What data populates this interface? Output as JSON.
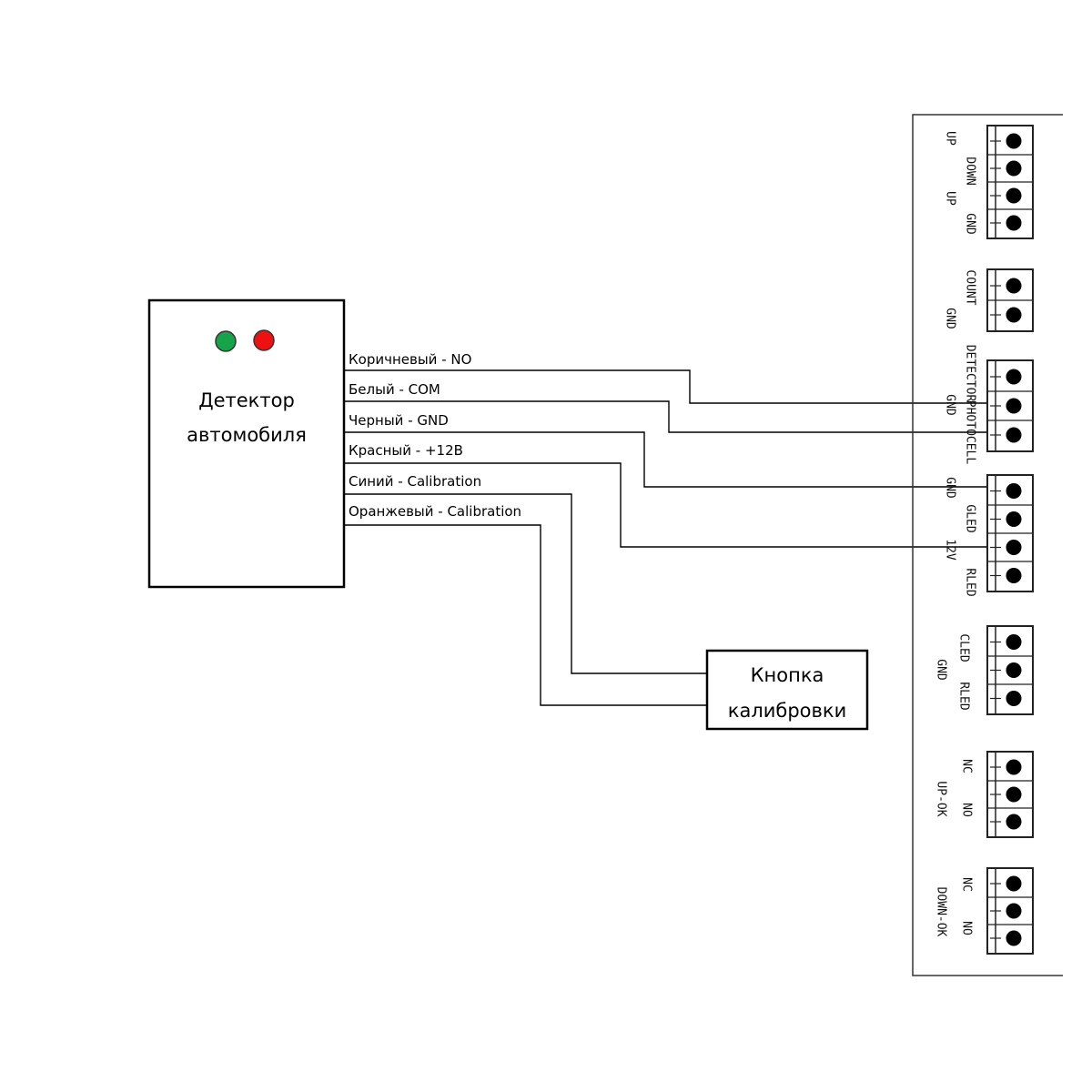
{
  "detector": {
    "title_line1": "Детектор",
    "title_line2": "автомобиля",
    "led_colors": [
      "#16a34a",
      "#ee1111"
    ]
  },
  "button": {
    "title_line1": "Кнопка",
    "title_line2": "калибровки"
  },
  "wires": [
    "Коричневый - NO",
    "Белый - COM",
    "Черный - GND",
    "Красный - +12В",
    "Синий - Calibration",
    "Оранжевый - Calibration"
  ],
  "board": {
    "groups": [
      {
        "labels": [
          "UP",
          "DOWN",
          "UP",
          "GND"
        ]
      },
      {
        "labels": [
          "COUNT",
          "GND"
        ]
      },
      {
        "labels": [
          "DETECTOR",
          "PHOTOCELL",
          "GND"
        ]
      },
      {
        "labels": [
          "GND",
          "GLED",
          "12V",
          "RLED"
        ]
      },
      {
        "labels": [
          "CLED",
          "RLED",
          "GND"
        ]
      },
      {
        "labels": [
          "NC",
          "NO",
          "UP-OK"
        ]
      },
      {
        "labels": [
          "NC",
          "NO",
          "DOWN-OK"
        ]
      }
    ]
  }
}
